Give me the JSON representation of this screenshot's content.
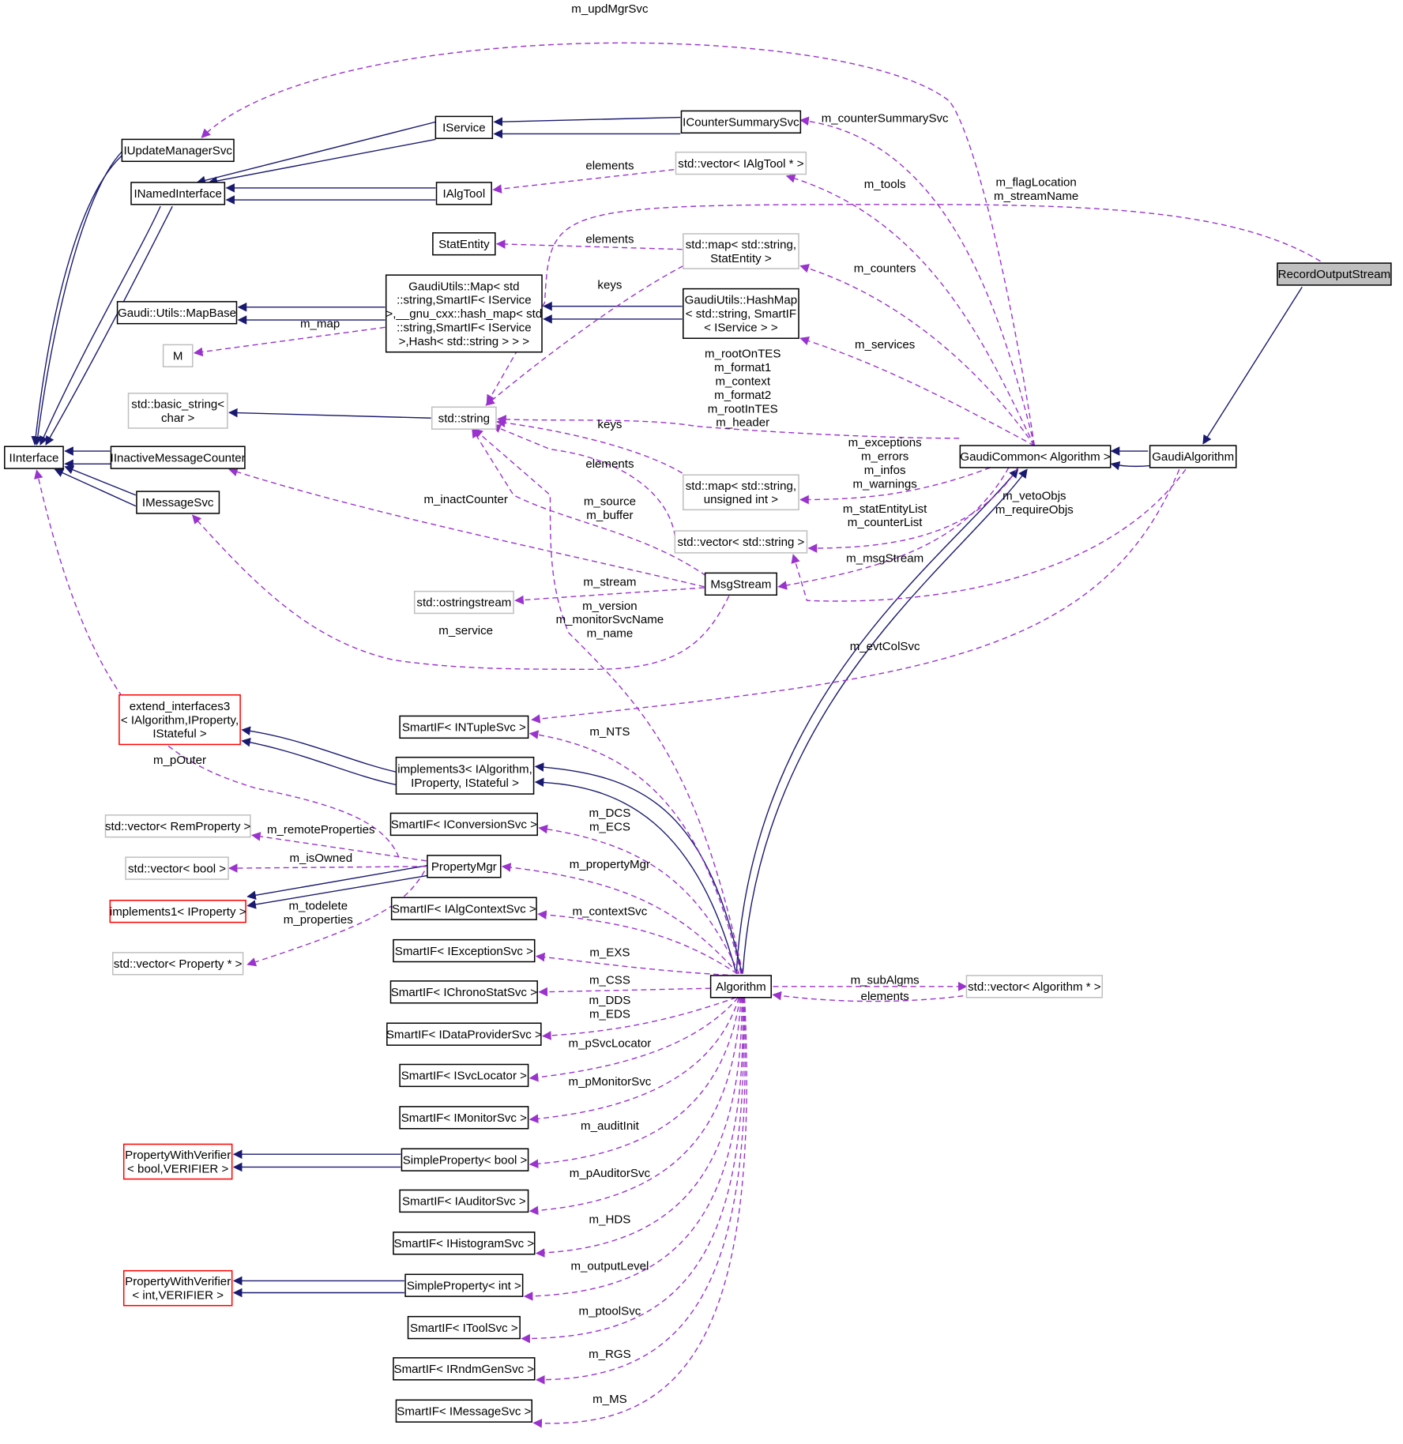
{
  "colors": {
    "inheritance_edge": "#191970",
    "usage_edge": "#9a32cd",
    "current_class_fill": "#bfbfbf",
    "grey_border": "#bfbfbf",
    "red_border": "#ff0000"
  },
  "nodes": [
    {
      "id": "IUpdateManagerSvc",
      "lines": [
        "IUpdateManagerSvc"
      ]
    },
    {
      "id": "INamedInterface",
      "lines": [
        "INamedInterface"
      ]
    },
    {
      "id": "IService",
      "lines": [
        "IService"
      ]
    },
    {
      "id": "ICounterSummarySvc",
      "lines": [
        "ICounterSummarySvc"
      ]
    },
    {
      "id": "IAlgTool",
      "lines": [
        "IAlgTool"
      ]
    },
    {
      "id": "VecAlgToolPtr",
      "lines": [
        "std::vector< IAlgTool * >"
      ]
    },
    {
      "id": "StatEntity",
      "lines": [
        "StatEntity"
      ]
    },
    {
      "id": "MapStringStatEntity",
      "lines": [
        "std::map< std::string,",
        "StatEntity >"
      ]
    },
    {
      "id": "GaudiMap",
      "lines": [
        "GaudiUtils::Map< std",
        "::string,SmartIF< IService",
        ">,__gnu_cxx::hash_map< std",
        "::string,SmartIF< IService",
        ">,Hash< std::string > > >"
      ]
    },
    {
      "id": "HashMap",
      "lines": [
        "GaudiUtils::HashMap",
        "< std::string, SmartIF",
        "< IService > >"
      ]
    },
    {
      "id": "MapBase",
      "lines": [
        "Gaudi::Utils::MapBase"
      ]
    },
    {
      "id": "M",
      "lines": [
        "M"
      ]
    },
    {
      "id": "BasicString",
      "lines": [
        "std::basic_string<",
        "char >"
      ]
    },
    {
      "id": "StdString",
      "lines": [
        "std::string"
      ]
    },
    {
      "id": "IInterface",
      "lines": [
        "IInterface"
      ]
    },
    {
      "id": "IInactiveMessageCounter",
      "lines": [
        "IInactiveMessageCounter"
      ]
    },
    {
      "id": "IMessageSvc",
      "lines": [
        "IMessageSvc"
      ]
    },
    {
      "id": "MapStringUInt",
      "lines": [
        "std::map< std::string,",
        "unsigned int >"
      ]
    },
    {
      "id": "VecString",
      "lines": [
        "std::vector< std::string >"
      ]
    },
    {
      "id": "MsgStream",
      "lines": [
        "MsgStream"
      ]
    },
    {
      "id": "Ostringstream",
      "lines": [
        "std::ostringstream"
      ]
    },
    {
      "id": "GaudiCommon",
      "lines": [
        "GaudiCommon< Algorithm >"
      ]
    },
    {
      "id": "GaudiAlgorithm",
      "lines": [
        "GaudiAlgorithm"
      ]
    },
    {
      "id": "RecordOutputStream",
      "lines": [
        "RecordOutputStream"
      ]
    },
    {
      "id": "ExtendInterfaces3",
      "lines": [
        "extend_interfaces3",
        "< IAlgorithm,IProperty,",
        "IStateful >"
      ]
    },
    {
      "id": "SmartIFNTuple",
      "lines": [
        "SmartIF< INTupleSvc >"
      ]
    },
    {
      "id": "Implements3",
      "lines": [
        "implements3< IAlgorithm,",
        "IProperty, IStateful >"
      ]
    },
    {
      "id": "VecRemProperty",
      "lines": [
        "std::vector< RemProperty >"
      ]
    },
    {
      "id": "SmartIFConversion",
      "lines": [
        "SmartIF< IConversionSvc >"
      ]
    },
    {
      "id": "VecBool",
      "lines": [
        "std::vector< bool >"
      ]
    },
    {
      "id": "PropertyMgr",
      "lines": [
        "PropertyMgr"
      ]
    },
    {
      "id": "Implements1",
      "lines": [
        "implements1< IProperty >"
      ]
    },
    {
      "id": "SmartIFAlgContext",
      "lines": [
        "SmartIF< IAlgContextSvc >"
      ]
    },
    {
      "id": "VecPropertyPtr",
      "lines": [
        "std::vector< Property * >"
      ]
    },
    {
      "id": "SmartIFException",
      "lines": [
        "SmartIF< IExceptionSvc >"
      ]
    },
    {
      "id": "SmartIFChrono",
      "lines": [
        "SmartIF< IChronoStatSvc >"
      ]
    },
    {
      "id": "Algorithm",
      "lines": [
        "Algorithm"
      ]
    },
    {
      "id": "VecAlgorithmPtr",
      "lines": [
        "std::vector< Algorithm * >"
      ]
    },
    {
      "id": "SmartIFDataProvider",
      "lines": [
        "SmartIF< IDataProviderSvc >"
      ]
    },
    {
      "id": "SmartIFSvcLocator",
      "lines": [
        "SmartIF< ISvcLocator >"
      ]
    },
    {
      "id": "SmartIFMonitor",
      "lines": [
        "SmartIF< IMonitorSvc >"
      ]
    },
    {
      "id": "PWVBool",
      "lines": [
        "PropertyWithVerifier",
        "< bool,VERIFIER >"
      ]
    },
    {
      "id": "SimplePropertyBool",
      "lines": [
        "SimpleProperty< bool >"
      ]
    },
    {
      "id": "SmartIFAuditor",
      "lines": [
        "SmartIF< IAuditorSvc >"
      ]
    },
    {
      "id": "SmartIFHistogram",
      "lines": [
        "SmartIF< IHistogramSvc >"
      ]
    },
    {
      "id": "PWVInt",
      "lines": [
        "PropertyWithVerifier",
        "< int,VERIFIER >"
      ]
    },
    {
      "id": "SimplePropertyInt",
      "lines": [
        "SimpleProperty< int >"
      ]
    },
    {
      "id": "SmartIFTool",
      "lines": [
        "SmartIF< IToolSvc >"
      ]
    },
    {
      "id": "SmartIFRndmGen",
      "lines": [
        "SmartIF< IRndmGenSvc >"
      ]
    },
    {
      "id": "SmartIFMessage",
      "lines": [
        "SmartIF< IMessageSvc >"
      ]
    }
  ],
  "edge_labels": [
    {
      "id": "updMgrSvc",
      "lines": [
        "m_updMgrSvc"
      ]
    },
    {
      "id": "counterSummarySvc",
      "lines": [
        "m_counterSummarySvc"
      ]
    },
    {
      "id": "elementsTool",
      "lines": [
        "elements"
      ]
    },
    {
      "id": "tools",
      "lines": [
        "m_tools"
      ]
    },
    {
      "id": "flagLocation",
      "lines": [
        "m_flagLocation",
        "m_streamName"
      ]
    },
    {
      "id": "elementsStat",
      "lines": [
        "elements"
      ]
    },
    {
      "id": "counters",
      "lines": [
        "m_counters"
      ]
    },
    {
      "id": "keysMap",
      "lines": [
        "keys"
      ]
    },
    {
      "id": "map",
      "lines": [
        "m_map"
      ]
    },
    {
      "id": "services",
      "lines": [
        "m_services"
      ]
    },
    {
      "id": "rootOnTES",
      "lines": [
        "m_rootOnTES",
        "m_format1",
        "m_context",
        "m_format2",
        "m_rootInTES",
        "m_header"
      ]
    },
    {
      "id": "keysUInt",
      "lines": [
        "keys"
      ]
    },
    {
      "id": "exceptions",
      "lines": [
        "m_exceptions",
        "m_errors",
        "m_infos",
        "m_warnings"
      ]
    },
    {
      "id": "elementsVec",
      "lines": [
        "elements"
      ]
    },
    {
      "id": "inactCounter",
      "lines": [
        "m_inactCounter"
      ]
    },
    {
      "id": "vetoObjs",
      "lines": [
        "m_vetoObjs",
        "m_requireObjs"
      ]
    },
    {
      "id": "source",
      "lines": [
        "m_source",
        "m_buffer"
      ]
    },
    {
      "id": "statEntityList",
      "lines": [
        "m_statEntityList",
        "m_counterList"
      ]
    },
    {
      "id": "msgStream",
      "lines": [
        "m_msgStream"
      ]
    },
    {
      "id": "stream",
      "lines": [
        "m_stream"
      ]
    },
    {
      "id": "version",
      "lines": [
        "m_version",
        "m_monitorSvcName",
        "m_name"
      ]
    },
    {
      "id": "service",
      "lines": [
        "m_service"
      ]
    },
    {
      "id": "evtColSvc",
      "lines": [
        "m_evtColSvc"
      ]
    },
    {
      "id": "NTS",
      "lines": [
        "m_NTS"
      ]
    },
    {
      "id": "pOuter",
      "lines": [
        "m_pOuter"
      ]
    },
    {
      "id": "DCS",
      "lines": [
        "m_DCS",
        "m_ECS"
      ]
    },
    {
      "id": "remoteProperties",
      "lines": [
        "m_remoteProperties"
      ]
    },
    {
      "id": "isOwned",
      "lines": [
        "m_isOwned"
      ]
    },
    {
      "id": "propertyMgr",
      "lines": [
        "m_propertyMgr"
      ]
    },
    {
      "id": "todelete",
      "lines": [
        "m_todelete",
        "m_properties"
      ]
    },
    {
      "id": "contextSvc",
      "lines": [
        "m_contextSvc"
      ]
    },
    {
      "id": "EXS",
      "lines": [
        "m_EXS"
      ]
    },
    {
      "id": "subAlgms",
      "lines": [
        "m_subAlgms"
      ]
    },
    {
      "id": "CSS",
      "lines": [
        "m_CSS"
      ]
    },
    {
      "id": "elementsAlg",
      "lines": [
        "elements"
      ]
    },
    {
      "id": "DDS",
      "lines": [
        "m_DDS",
        "m_EDS"
      ]
    },
    {
      "id": "pSvcLocator",
      "lines": [
        "m_pSvcLocator"
      ]
    },
    {
      "id": "pMonitorSvc",
      "lines": [
        "m_pMonitorSvc"
      ]
    },
    {
      "id": "auditInit",
      "lines": [
        "m_auditInit"
      ]
    },
    {
      "id": "pAuditorSvc",
      "lines": [
        "m_pAuditorSvc"
      ]
    },
    {
      "id": "HDS",
      "lines": [
        "m_HDS"
      ]
    },
    {
      "id": "outputLevel",
      "lines": [
        "m_outputLevel"
      ]
    },
    {
      "id": "ptoolSvc",
      "lines": [
        "m_ptoolSvc"
      ]
    },
    {
      "id": "RGS",
      "lines": [
        "m_RGS"
      ]
    },
    {
      "id": "MS",
      "lines": [
        "m_MS"
      ]
    }
  ]
}
